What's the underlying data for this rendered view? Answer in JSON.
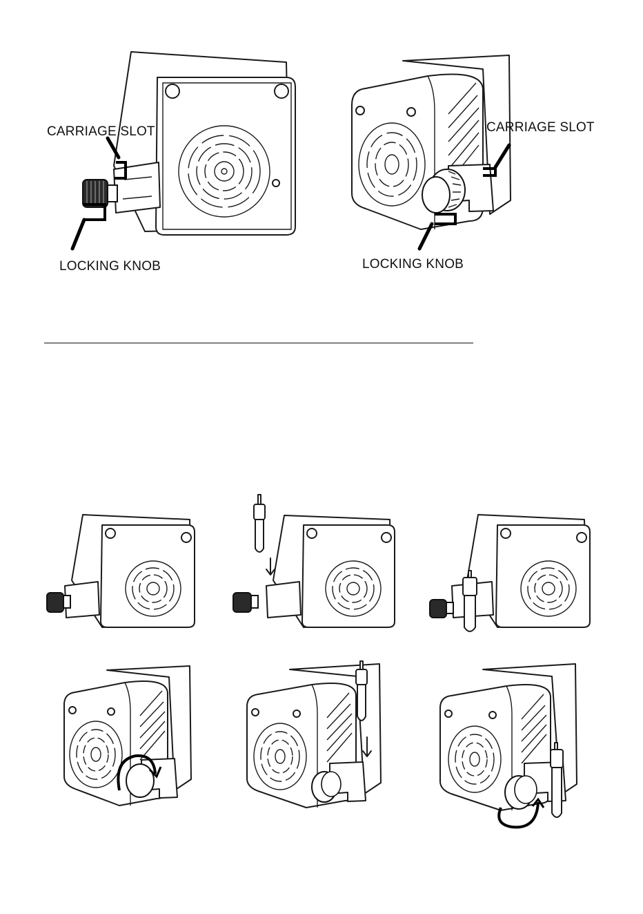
{
  "top_left_figure": {
    "carriage_slot_label": "CARRIAGE SLOT",
    "locking_knob_label": "LOCKING KNOB"
  },
  "top_right_figure": {
    "carriage_slot_label": "CARRIAGE SLOT",
    "locking_knob_label": "LOCKING KNOB"
  },
  "step_sequence": {
    "row_1": [
      "front-view-step-1",
      "front-view-step-2",
      "front-view-step-3"
    ],
    "row_2": [
      "angled-view-step-1",
      "angled-view-step-2",
      "angled-view-step-3"
    ]
  },
  "icons": [
    "fan-grille-icon",
    "locking-knob-icon",
    "blade-holder-icon",
    "down-arrow-icon",
    "rotate-arrow-icon"
  ],
  "colors": {
    "line": "#1a1a1a",
    "background": "#ffffff"
  }
}
